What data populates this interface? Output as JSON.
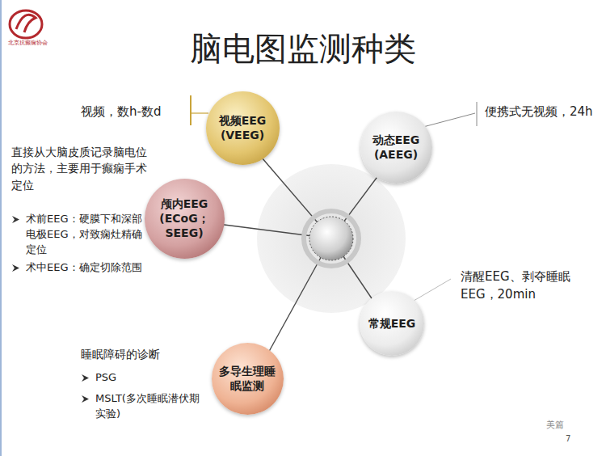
{
  "diagram": {
    "title": "脑电图监测种类",
    "nodes": [
      {
        "text": [
          "视频EEG (VEEG)"
        ]
      },
      {
        "text": [
          "动态EEG (AEEG)"
        ]
      },
      {
        "text": [
          "颅内EEG (ECoG；SEEG)"
        ]
      },
      {
        "text": [
          "常规EEG"
        ]
      },
      {
        "text": [
          "多导生理睡眠监测"
        ]
      }
    ],
    "labels": [
      "视频，数h-数d",
      "便携式无视频，24h",
      "直接从大脑皮质记录脑电位的方法，主要用于癫痫手术定位",
      "术前EEG：硬膜下和深部电极EEG，对致痫灶精确定位",
      "术中EEG：确定切除范围",
      "清醒EEG、剥夺睡眠EEG，20min",
      "睡眠障碍的诊断",
      "PSG",
      "MSLT(多次睡眠潜伏期实验)",
      "北京抗癫痫协会",
      "美篇",
      "7"
    ]
  }
}
